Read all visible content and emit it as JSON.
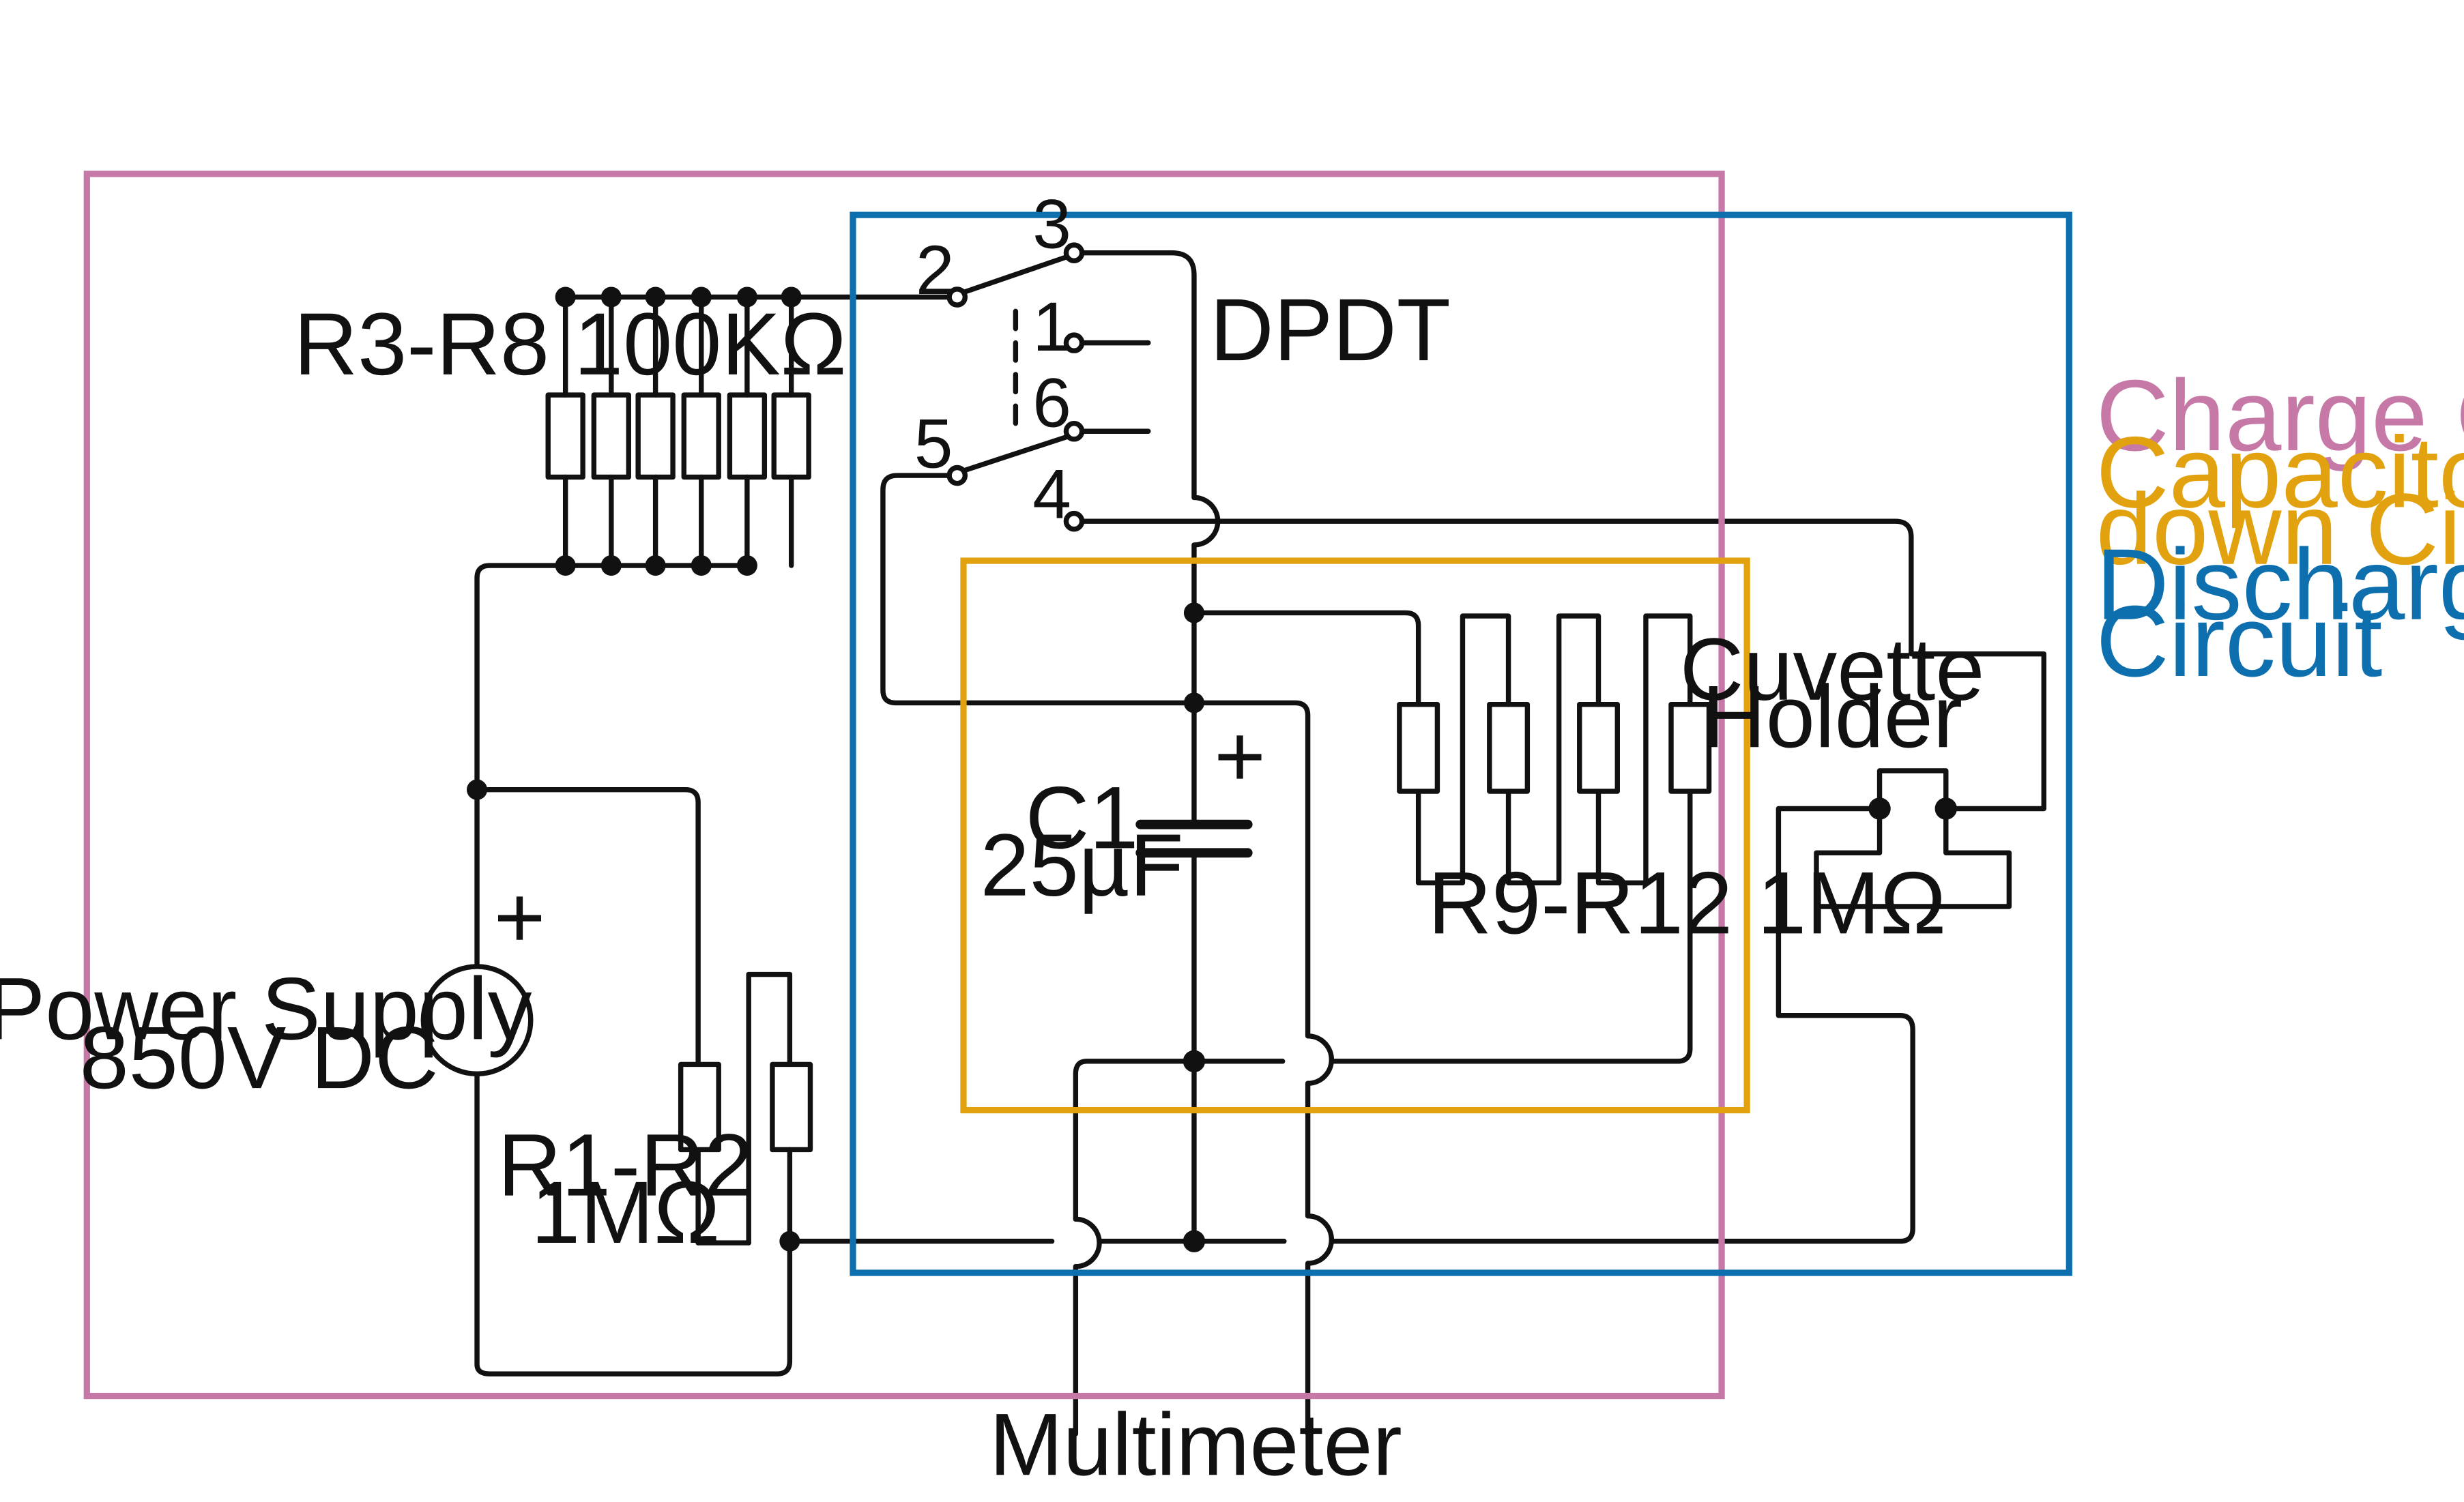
{
  "components": {
    "r3_r8": "R3-R8 100KΩ",
    "dpdt": "DPDT",
    "r9_r12": "R9-R12 1MΩ",
    "c1_name": "C1",
    "c1_value": "25µF",
    "c1_polarity": "+",
    "supply_name": "Power Supply",
    "supply_value": "850V DC",
    "supply_polarity": "+",
    "r1_r2_name": "R1-R2",
    "r1_r2_value": "1MΩ",
    "cuvette_line1": "Cuvette",
    "cuvette_line2": "Holder",
    "multimeter": "Multimeter"
  },
  "switch_pins": [
    "1",
    "2",
    "3",
    "4",
    "5",
    "6"
  ],
  "legend": [
    {
      "text": "Charge Circuit",
      "color": "#c679a6"
    },
    {
      "text": "Capacitor Bleed-",
      "color": "#e2a20f"
    },
    {
      "text": "down Circuit",
      "color": "#e2a20f"
    },
    {
      "text": "Discharge",
      "color": "#0e6fae"
    },
    {
      "text": "Circuit",
      "color": "#0e6fae"
    }
  ],
  "region_colors": {
    "charge": "#c679a6",
    "bleed_down": "#e2a20f",
    "discharge": "#0e6fae"
  }
}
